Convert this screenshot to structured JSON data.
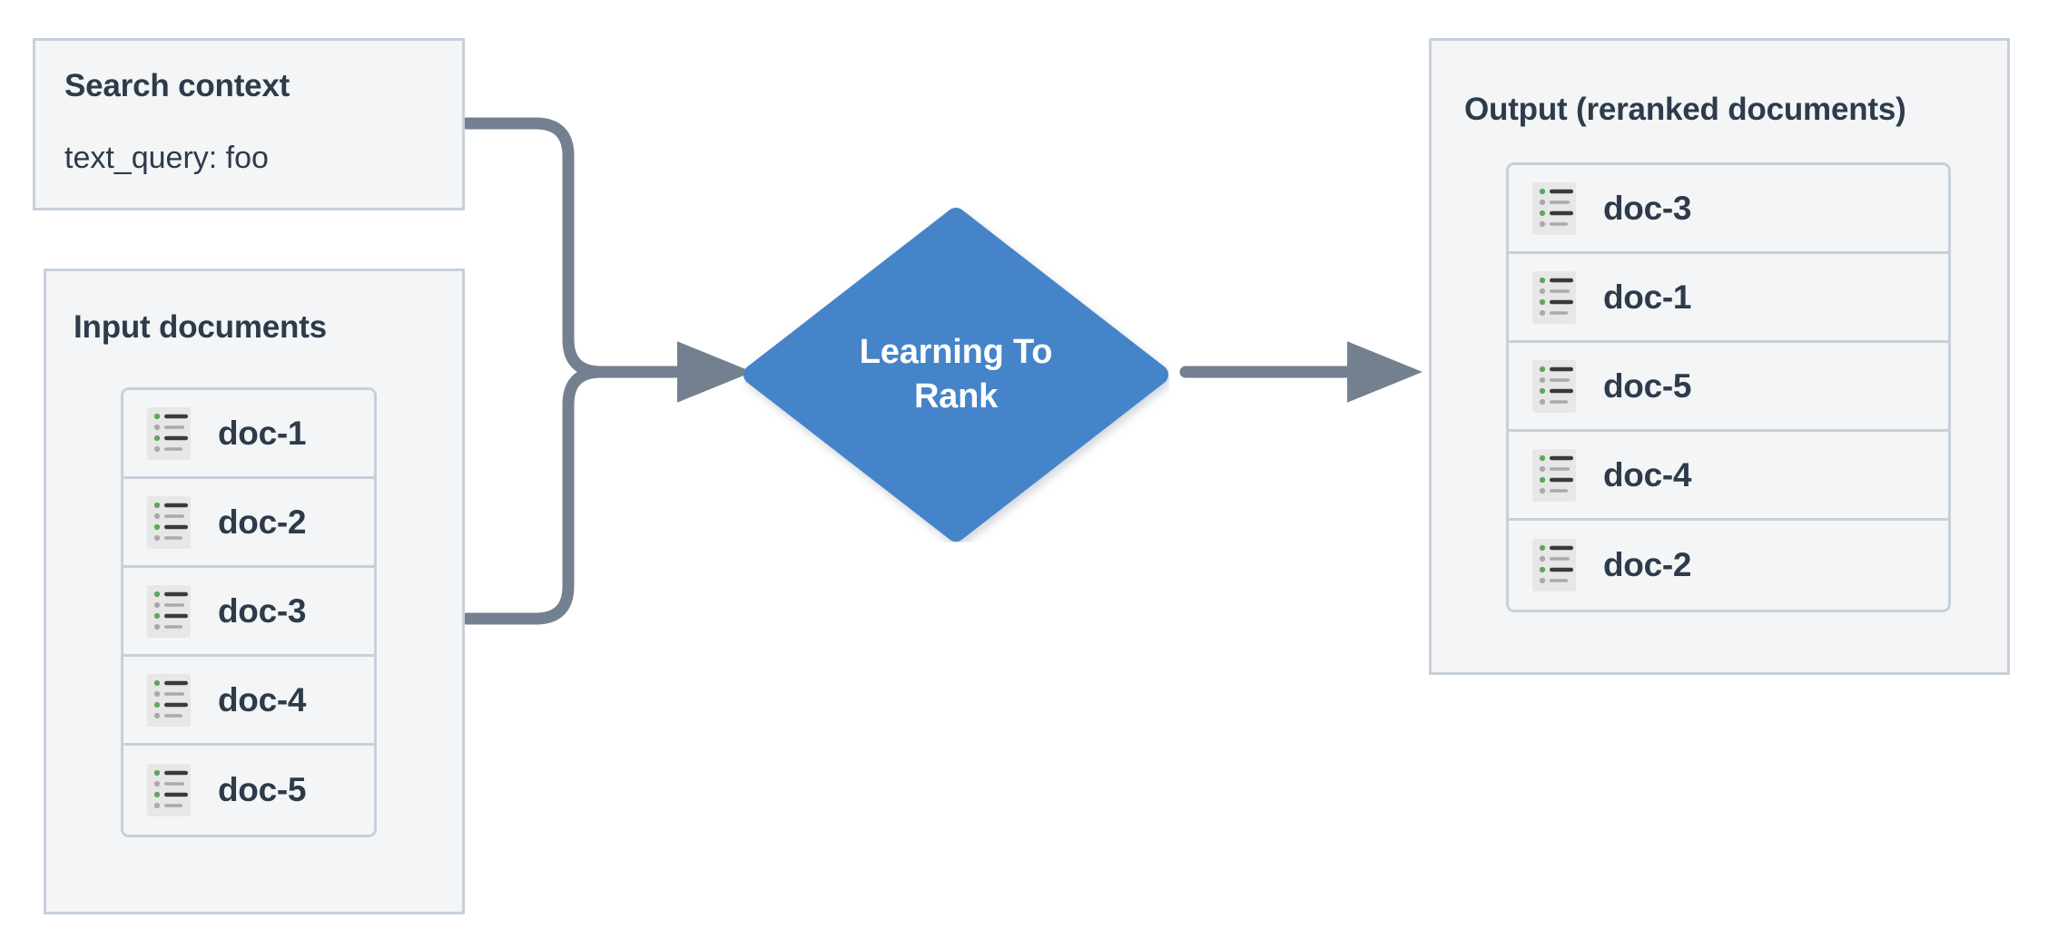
{
  "diagram": {
    "title": "Learning To Rank reranking flow",
    "colors": {
      "panel_fill": "#f3f5f7",
      "panel_border": "#c7d0da",
      "text_dark": "#2d3b4a",
      "node_blue": "#4584c8",
      "connector_gray": "#73808f",
      "icon_bg": "#e7e7e7",
      "icon_green": "#5ba85a",
      "icon_gray": "#aaaaaa",
      "icon_dark": "#3a3a3a"
    }
  },
  "search_context": {
    "title": "Search context",
    "field_label": "text_query: foo"
  },
  "input_documents": {
    "title": "Input documents",
    "icon": "document-list-icon",
    "docs": [
      {
        "label": "doc-1"
      },
      {
        "label": "doc-2"
      },
      {
        "label": "doc-3"
      },
      {
        "label": "doc-4"
      },
      {
        "label": "doc-5"
      }
    ]
  },
  "ltr_node": {
    "label_line_1": "Learning To",
    "label_line_2": "Rank",
    "shape": "diamond"
  },
  "output": {
    "title": "Output (reranked documents)",
    "icon": "document-list-icon",
    "docs": [
      {
        "label": "doc-3"
      },
      {
        "label": "doc-1"
      },
      {
        "label": "doc-5"
      },
      {
        "label": "doc-4"
      },
      {
        "label": "doc-2"
      }
    ]
  },
  "connectors": [
    {
      "from": "search-context",
      "to": "ltr-node",
      "style": "elbow-arrow"
    },
    {
      "from": "input-documents",
      "to": "ltr-node",
      "style": "elbow-arrow"
    },
    {
      "from": "ltr-node",
      "to": "output",
      "style": "straight-arrow"
    }
  ]
}
